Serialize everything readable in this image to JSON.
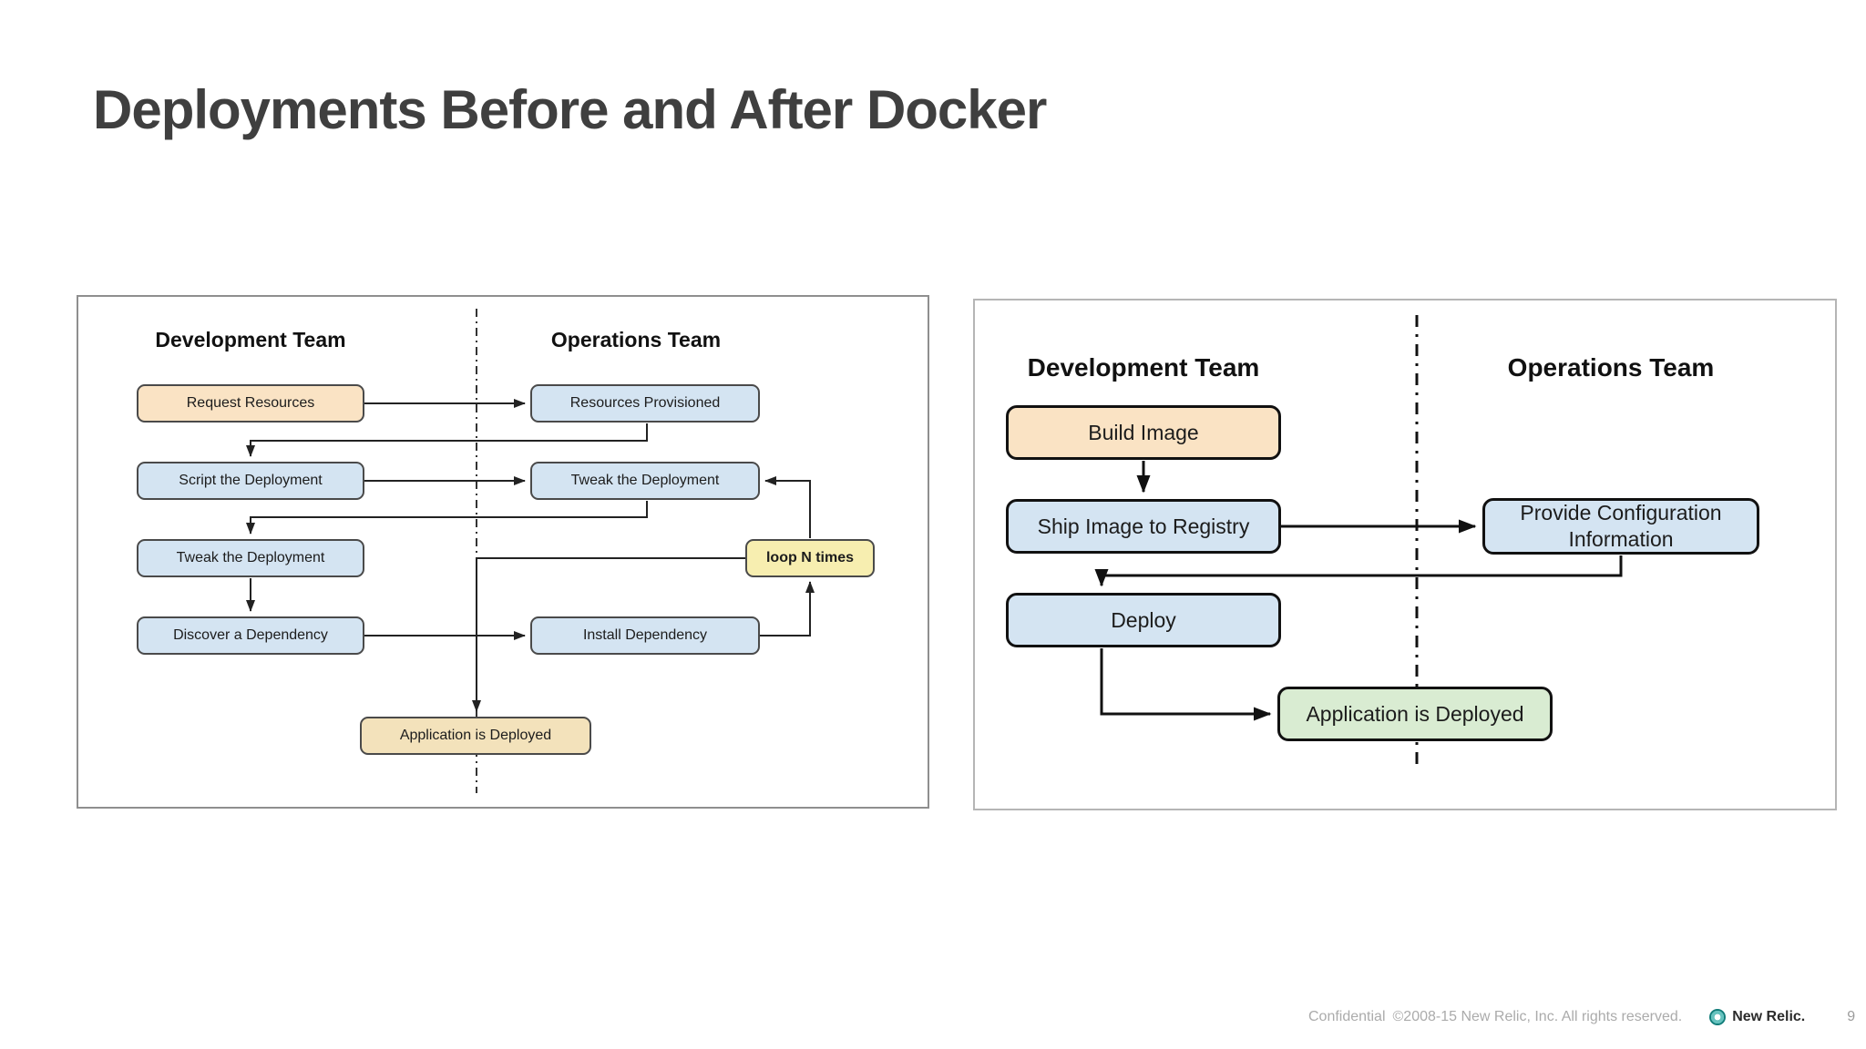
{
  "slide": {
    "title": "Deployments Before and After Docker",
    "footer": {
      "confidential": "Confidential",
      "rights": "©2008-15 New Relic, Inc. All rights reserved.",
      "brand": "New Relic.",
      "page_number": "9"
    },
    "colors": {
      "title_text": "#3f3f3f",
      "peach_box": "#fae3c4",
      "blue_box": "#d4e4f2",
      "yellow_box": "#f7eeb0",
      "tan_box": "#f3e2bb",
      "green_box": "#d9ecd2",
      "connector_line": "#222222",
      "panel_border": "#8f8f8f",
      "footer_text": "#ababab",
      "brand_teal": "#117c79"
    }
  },
  "before": {
    "dev_header": "Development Team",
    "ops_header": "Operations Team",
    "request_resources": "Request Resources",
    "script_deployment": "Script the Deployment",
    "tweak_deployment_dev": "Tweak the Deployment",
    "discover_dependency": "Discover a Dependency",
    "resources_provisioned": "Resources Provisioned",
    "tweak_deployment_ops": "Tweak the Deployment",
    "install_dependency": "Install Dependency",
    "loop_n_times": "loop N times",
    "app_deployed": "Application is Deployed"
  },
  "after": {
    "dev_header": "Development Team",
    "ops_header": "Operations Team",
    "build_image": "Build Image",
    "ship_image": "Ship Image to Registry",
    "provide_config": "Provide Configuration Information",
    "deploy": "Deploy",
    "app_deployed": "Application is Deployed"
  }
}
